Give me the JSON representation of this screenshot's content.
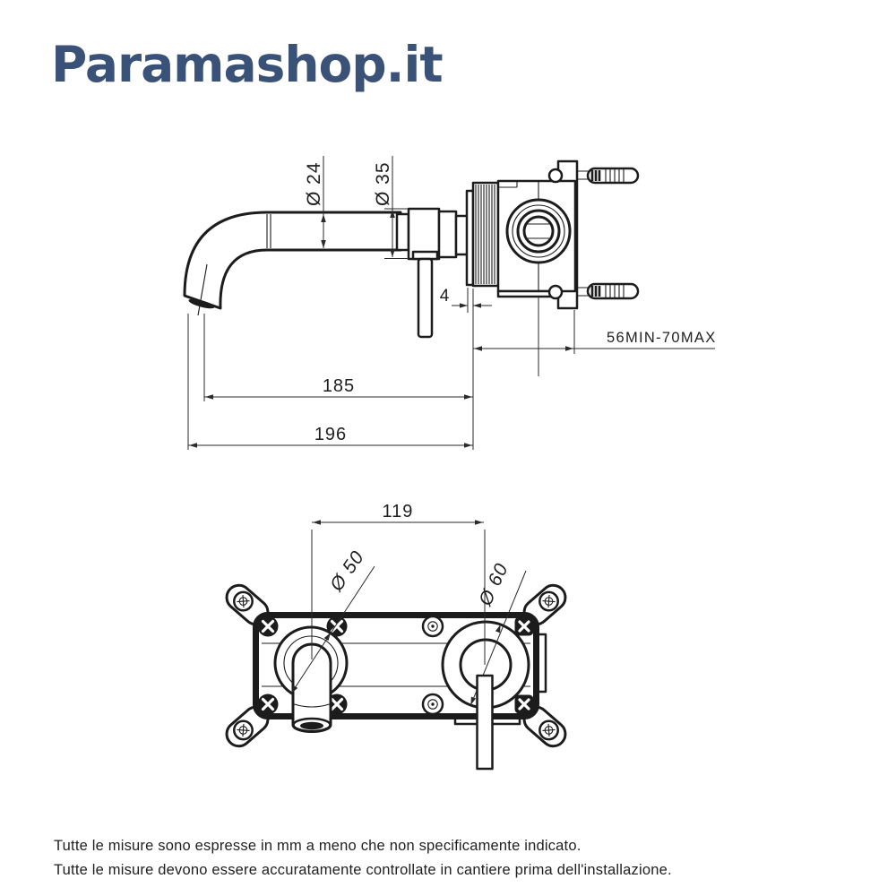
{
  "logo": {
    "text": "Paramashop.it",
    "color": "#3b5278"
  },
  "drawing": {
    "stroke_color": "#1c1c1c",
    "side_view": {
      "dim_spout_diameter": "Ø 24",
      "dim_escutcheon_diameter": "Ø 35",
      "dim_escutcheon_wall_gap": "4",
      "dim_wall_depth_range": "56MIN-70MAX",
      "dim_spout_projection": "185",
      "dim_total_projection": "196"
    },
    "front_view": {
      "dim_outlets_center_distance": "119",
      "dim_spout_rosette_diameter": "Ø 50",
      "dim_handle_rosette_diameter": "Ø 60"
    }
  },
  "footer": {
    "line1": "Tutte le misure sono espresse in mm a meno che non specificamente indicato.",
    "line2": "Tutte le misure devono essere accuratamente controllate in cantiere prima dell'installazione."
  }
}
